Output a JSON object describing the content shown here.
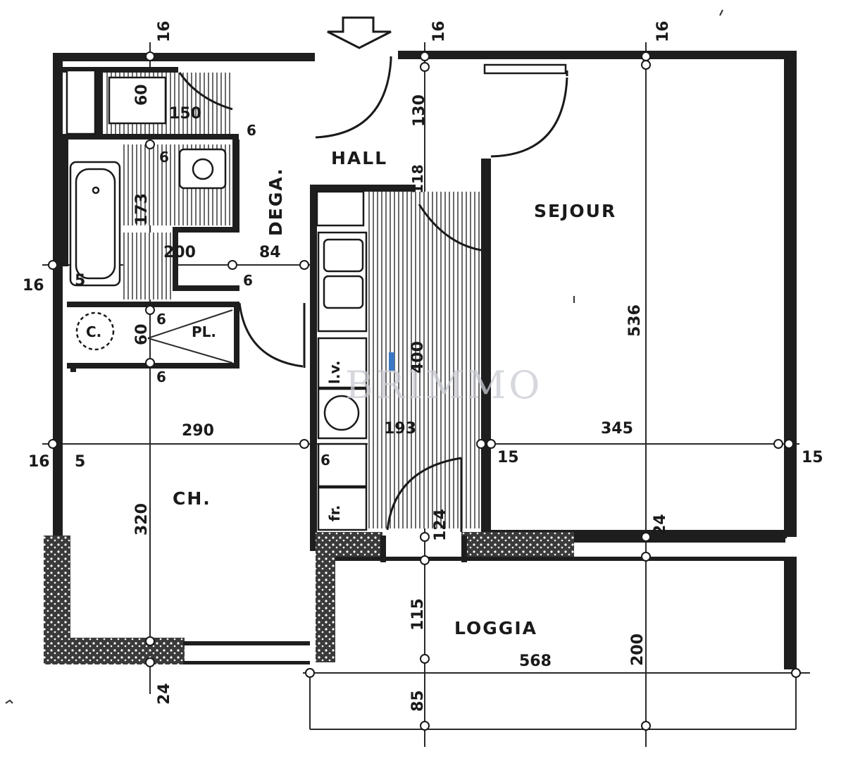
{
  "rooms": {
    "hall": "HALL",
    "sejour": "SEJOUR",
    "dega": "DEGA.",
    "ch": "CH.",
    "loggia": "LOGGIA",
    "pl": "PL.",
    "lv": "l.v.",
    "fr": "fr.",
    "c": "C."
  },
  "dimensions": {
    "d16_top_left": "16",
    "d16_top_mid": "16",
    "d16_top_right": "16",
    "d60_top": "60",
    "d150": "150",
    "d130": "130",
    "d118": "118",
    "d6_a": "6",
    "d6_b": "6",
    "d6_c": "6",
    "d6_d": "6",
    "d6_e": "6",
    "d6_f": "6",
    "d173": "173",
    "d200_bath": "200",
    "d84": "84",
    "d16_left_1": "16",
    "d5_left_1": "5",
    "d16_left_2": "16",
    "d5_left_2": "5",
    "d60_cupboard": "60",
    "d400": "400",
    "d536": "536",
    "d290": "290",
    "d193": "193",
    "d345": "345",
    "d15_a": "15",
    "d15_b": "15",
    "d320": "320",
    "d124": "124",
    "d24_right": "24",
    "d115": "115",
    "d568": "568",
    "d200_loggia": "200",
    "d85": "85",
    "d24_bottom": "24"
  },
  "watermark": "BRIMMO",
  "colors": {
    "ink": "#1e1e1e",
    "paper": "#ffffff",
    "watermark": "#c9ccd3",
    "accent": "#3b78c4"
  }
}
